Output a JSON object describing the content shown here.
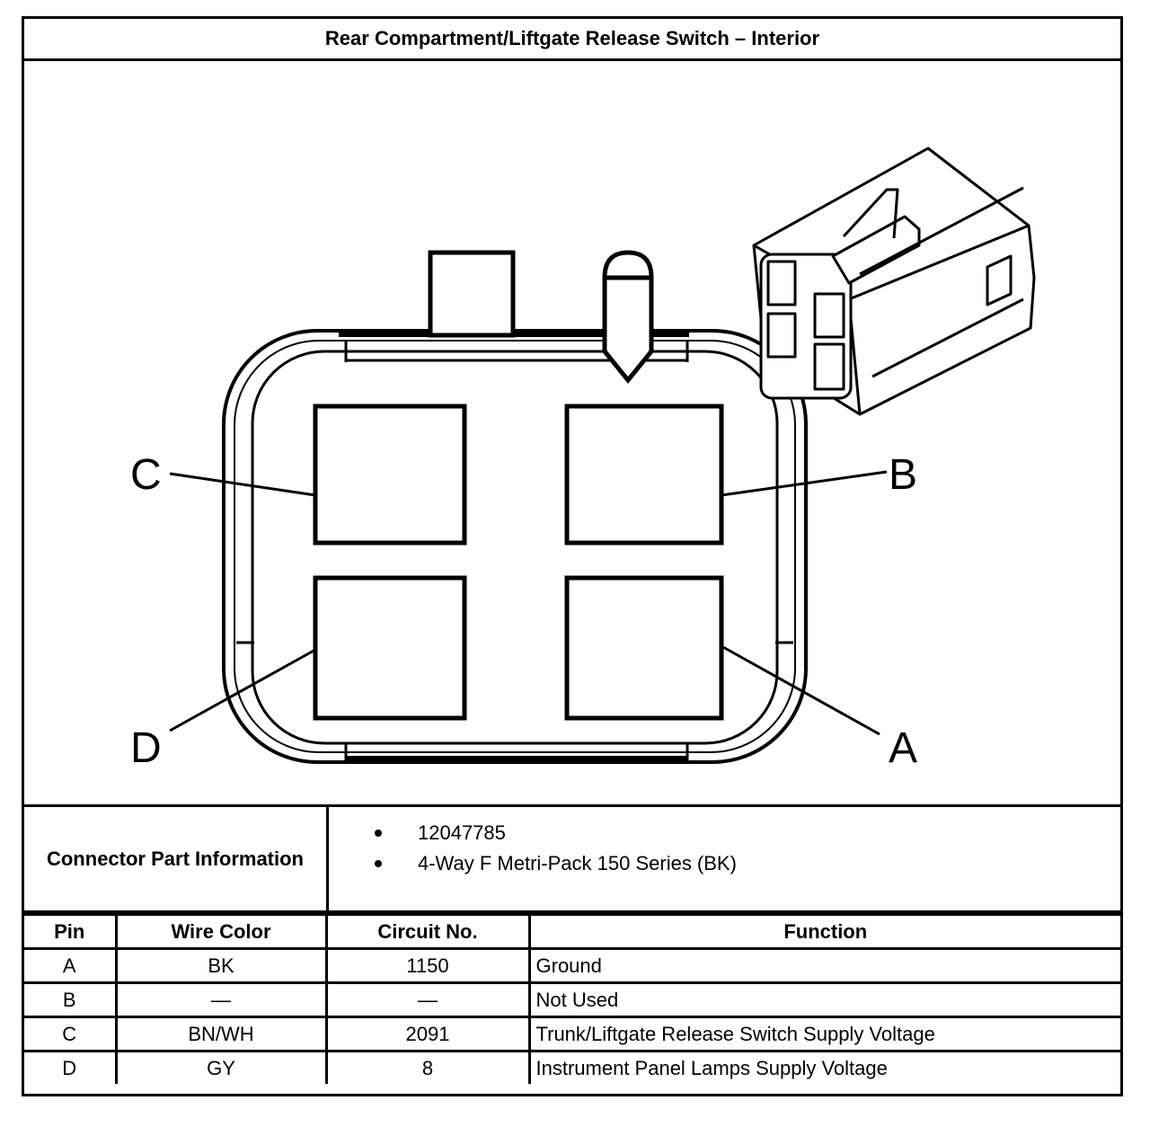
{
  "title": "Rear Compartment/Liftgate Release Switch – Interior",
  "diagram": {
    "pin_labels": [
      "C",
      "B",
      "D",
      "A"
    ]
  },
  "connector_info": {
    "label": "Connector Part Information",
    "items": [
      "12047785",
      "4-Way F Metri-Pack 150 Series (BK)"
    ]
  },
  "pin_table": {
    "headers": [
      "Pin",
      "Wire Color",
      "Circuit No.",
      "Function"
    ],
    "rows": [
      {
        "pin": "A",
        "wire": "BK",
        "circuit": "1150",
        "function": "Ground"
      },
      {
        "pin": "B",
        "wire": "—",
        "circuit": "—",
        "function": "Not Used"
      },
      {
        "pin": "C",
        "wire": "BN/WH",
        "circuit": "2091",
        "function": "Trunk/Liftgate Release Switch Supply Voltage"
      },
      {
        "pin": "D",
        "wire": "GY",
        "circuit": "8",
        "function": "Instrument Panel Lamps Supply Voltage"
      }
    ]
  }
}
